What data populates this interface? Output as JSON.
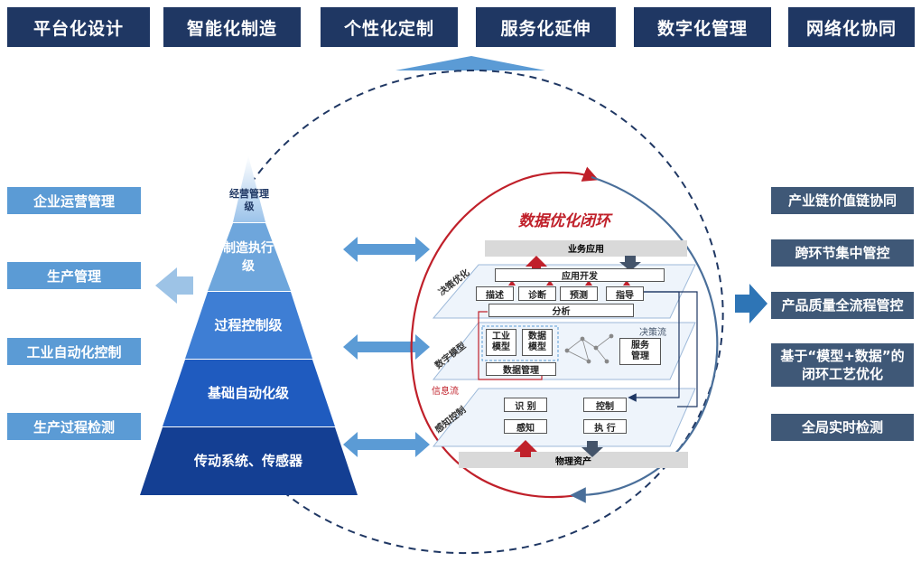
{
  "top_bar": [
    "平台化设计",
    "智能化制造",
    "个性化定制",
    "服务化延伸",
    "数字化管理",
    "网络化协同"
  ],
  "left_items": [
    "企业运营管理",
    "生产管理",
    "工业自动化控制",
    "生产过程检测"
  ],
  "right_items": [
    "产业链价值链协同",
    "跨环节集中管控",
    "产品质量全流程管控",
    "基于“模型+数据”的闭环工艺优化",
    "全局实时检测"
  ],
  "pyramid_levels": [
    "经营管理级",
    "制造执行级",
    "过程控制级",
    "基础自动化级",
    "传动系统、传感器"
  ],
  "center": {
    "title": "数据优化闭环",
    "business_app": "业务应用",
    "physical_assets": "物理资产",
    "decision_opt_label": "决策优化",
    "digital_model_label": "数字模型",
    "sense_control_label": "感知控制",
    "app_dev": "应用开发",
    "describe": "描述",
    "diagnose": "诊断",
    "predict": "预测",
    "guide": "指导",
    "analyze": "分析",
    "industrial_model": "工业模型",
    "data_model": "数据模型",
    "data_mgmt": "数据管理",
    "service_mgmt": "服务管理",
    "decision_flow": "决策流",
    "info_flow": "信息流",
    "identify": "识 别",
    "perceive": "感知",
    "control": "控制",
    "execute": "执 行"
  }
}
